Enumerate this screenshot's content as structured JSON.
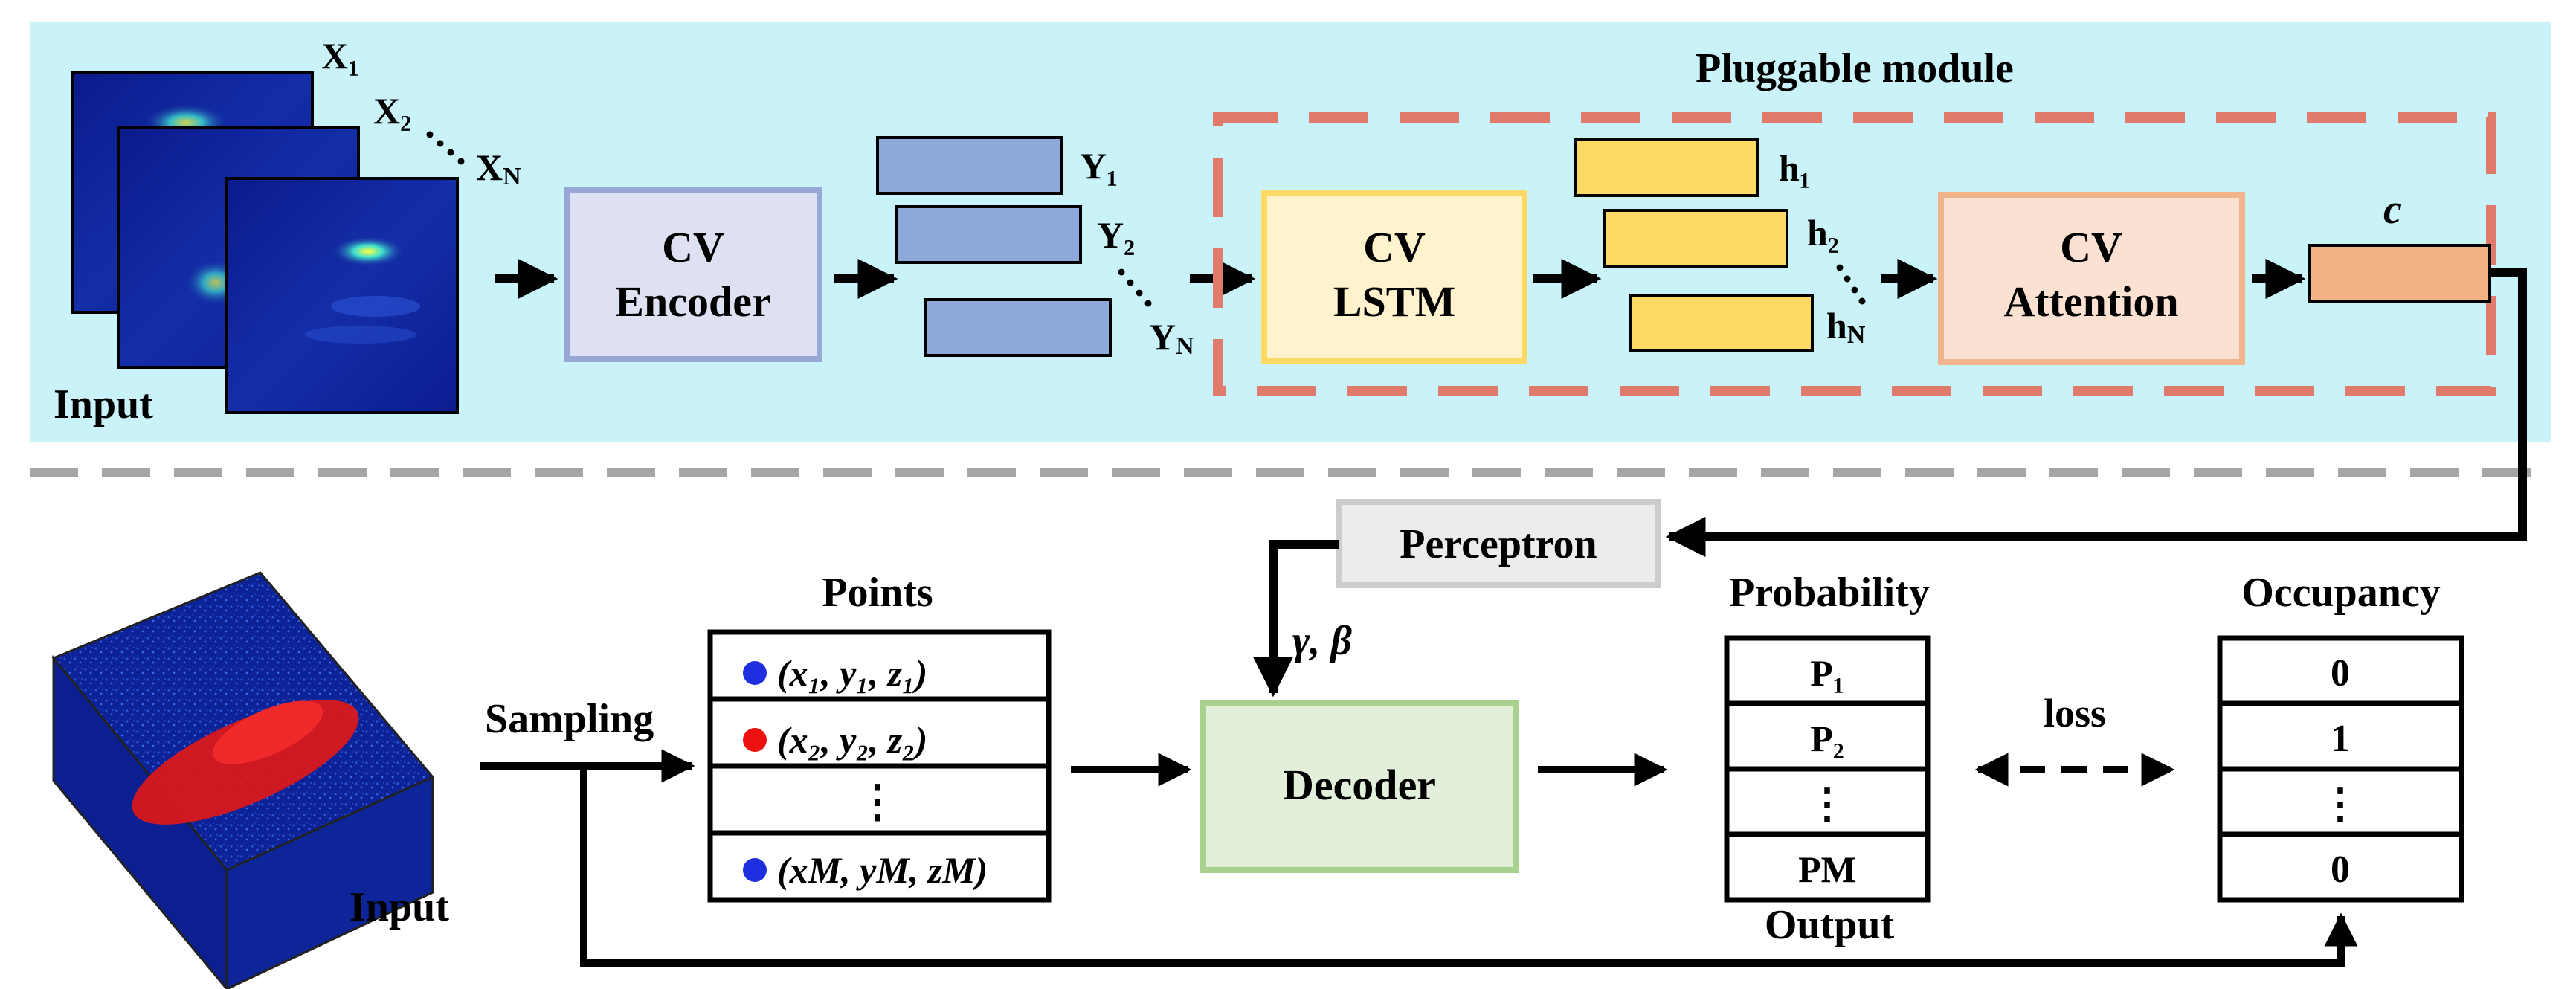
{
  "top": {
    "frame_labels": {
      "x1": "X₁",
      "x2": "X₂",
      "xn": "X",
      "xn_sub": "N"
    },
    "input_label": "Input",
    "encoder": {
      "line1": "CV",
      "line2": "Encoder"
    },
    "encoded_labels": {
      "y1": "Y₁",
      "y2": "Y₂",
      "yn": "Y",
      "yn_sub": "N"
    },
    "module_title": "Pluggable module",
    "lstm": {
      "line1": "CV",
      "line2": "LSTM"
    },
    "hidden_labels": {
      "h1": "h₁",
      "h2": "h₂",
      "hn": "h",
      "hn_sub": "N"
    },
    "attention": {
      "line1": "CV",
      "line2": "Attention"
    },
    "context_label": "c"
  },
  "bottom": {
    "perceptron_label": "Perceptron",
    "film_label": "γ, β",
    "input_label": "Input",
    "sampling_label": "Sampling",
    "points_title": "Points",
    "points": [
      {
        "text": "(x₁, y₁, z₁)",
        "dot_color": "#1f2fe0"
      },
      {
        "text": "(x₂, y₂, z₂)",
        "dot_color": "#ee1111"
      },
      {
        "text": "⋮",
        "dot_color": ""
      },
      {
        "text": "(xM, yM, zM)",
        "dot_color": "#1f2fe0"
      }
    ],
    "decoder_label": "Decoder",
    "probability_title": "Probability",
    "probabilities": [
      "P₁",
      "P₂",
      "⋮",
      "PM"
    ],
    "output_label": "Output",
    "loss_label": "loss",
    "occupancy_title": "Occupancy",
    "occupancy": [
      "0",
      "1",
      "⋮",
      "0"
    ]
  },
  "colors": {
    "top_background": "#c9f3f8",
    "encoder_fill": "#dde1f2",
    "encoder_stroke": "#98a8d6",
    "token_fill": "#8ea8dc",
    "lstm_fill": "#fff2cc",
    "lstm_stroke": "#ffd966",
    "hidden_fill": "#ffd966",
    "attention_fill": "#fbe1d2",
    "attention_stroke": "#f2b48a",
    "context_fill": "#f4b183",
    "module_dash": "#e07a6a",
    "perceptron_fill": "#ececec",
    "decoder_fill": "#e2efda",
    "decoder_stroke": "#a9d18e"
  }
}
